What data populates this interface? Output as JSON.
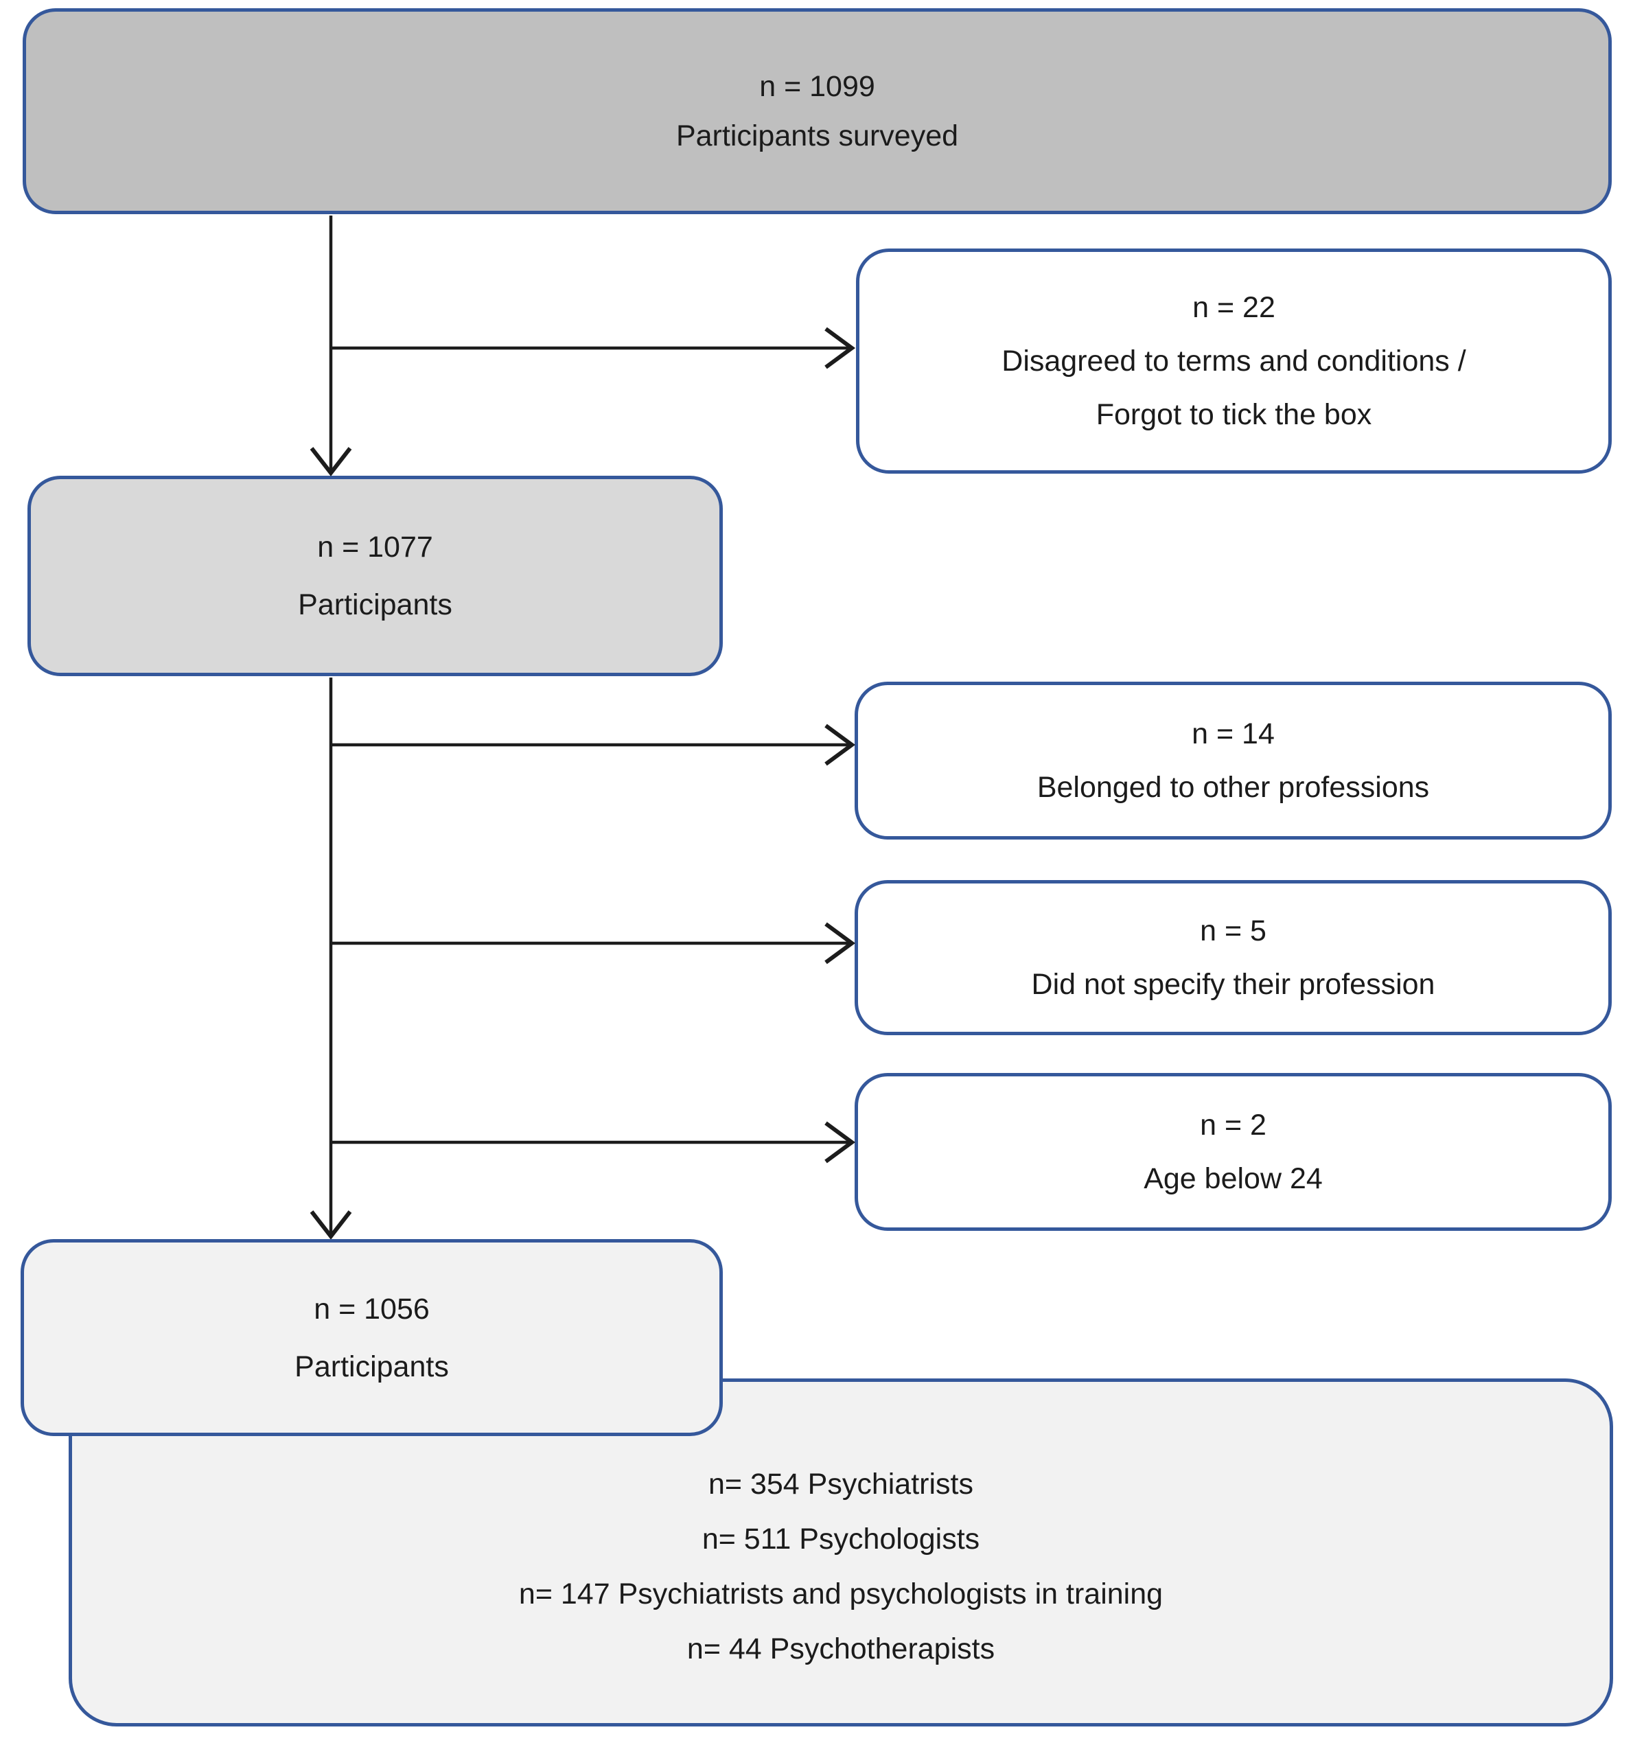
{
  "title": "Participant flow diagram",
  "boxes": {
    "surveyed": {
      "n": "n = 1099",
      "label": "Participants surveyed"
    },
    "p1077": {
      "n": "n = 1077",
      "label": "Participants"
    },
    "n22": {
      "n": "n = 22",
      "line1": "Disagreed to terms and conditions /",
      "line2": "Forgot to tick the box"
    },
    "n14": {
      "n": "n = 14",
      "label": "Belonged to other professions"
    },
    "n5": {
      "n": "n = 5",
      "label": "Did not specify their profession"
    },
    "n2": {
      "n": "n = 2",
      "label": "Age below 24"
    },
    "p1056": {
      "n": "n = 1056",
      "label": "Participants"
    },
    "composition": {
      "lines": [
        "n= 354 Psychiatrists",
        "n= 511 Psychologists",
        "n= 147 Psychiatrists and psychologists in training",
        "n= 44 Psychotherapists"
      ]
    }
  },
  "colors": {
    "border": "#35589B",
    "line": "#1c1c1c",
    "text": "#1b1b1b",
    "box1": "#bfbfbf",
    "box2": "#d9d9d9",
    "box3": "#f2f2f2",
    "side": "#ffffff",
    "big": "#f2f2f2"
  }
}
